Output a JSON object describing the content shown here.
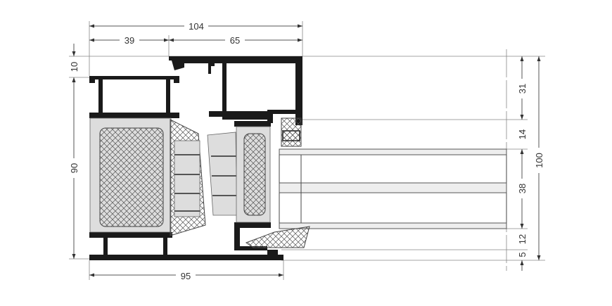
{
  "title": "Window profile cross-section",
  "dimensions": {
    "top_total": "104",
    "top_left": "39",
    "top_right": "65",
    "bottom_total": "95",
    "left_top": "10",
    "left_height": "90",
    "right_segments": [
      "31",
      "14",
      "38",
      "12",
      "5"
    ],
    "right_total": "100"
  },
  "colors": {
    "profile": "#1a1a1a",
    "lines": "#444444"
  }
}
